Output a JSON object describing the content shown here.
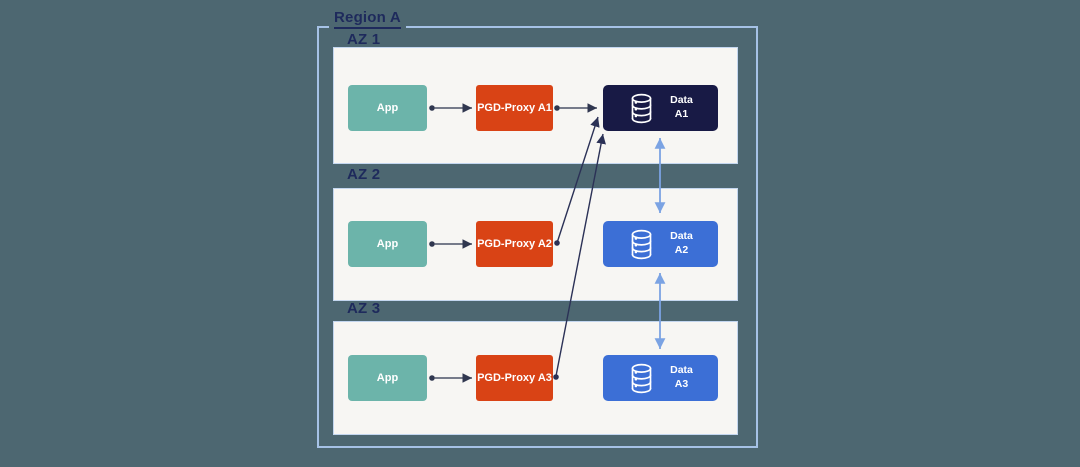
{
  "region": {
    "label": "Region A"
  },
  "azs": [
    {
      "label": "AZ 1",
      "app_label": "App",
      "proxy_label": "PGD-Proxy A1",
      "data_line1": "Data",
      "data_line2": "A1"
    },
    {
      "label": "AZ 2",
      "app_label": "App",
      "proxy_label": "PGD-Proxy A2",
      "data_line1": "Data",
      "data_line2": "A2"
    },
    {
      "label": "AZ 3",
      "app_label": "App",
      "proxy_label": "PGD-Proxy A3",
      "data_line1": "Data",
      "data_line2": "A3"
    }
  ],
  "icons": {
    "data_node_icon": "database-icon"
  },
  "connections": [
    {
      "from": "App (AZ 1)",
      "to": "PGD-Proxy A1",
      "style": "dark-arrow"
    },
    {
      "from": "PGD-Proxy A1",
      "to": "Data A1",
      "style": "dark-arrow"
    },
    {
      "from": "App (AZ 2)",
      "to": "PGD-Proxy A2",
      "style": "dark-arrow"
    },
    {
      "from": "App (AZ 3)",
      "to": "PGD-Proxy A3",
      "style": "dark-arrow"
    },
    {
      "from": "PGD-Proxy A2",
      "to": "Data A1",
      "style": "dark-diagonal-arrow"
    },
    {
      "from": "PGD-Proxy A3",
      "to": "Data A1",
      "style": "dark-diagonal-arrow"
    },
    {
      "from": "Data A1",
      "to": "Data A2",
      "style": "blue-double-arrow"
    },
    {
      "from": "Data A2",
      "to": "Data A3",
      "style": "blue-double-arrow"
    }
  ],
  "colors": {
    "background": "#4d6771",
    "region_border": "#a6c2e6",
    "az_box_fill": "#f7f6f3",
    "az_box_border": "#c3d6ef",
    "label_navy": "#1e2a5c",
    "app_teal": "#6cb4aa",
    "proxy_orange": "#d94315",
    "data_primary_navy": "#181a45",
    "data_replica_blue": "#3c6fd6",
    "arrow_dark": "#4b5268",
    "arrow_diagonal_navy": "#2b3156",
    "arrow_replication_blue": "#7ba3e3"
  }
}
